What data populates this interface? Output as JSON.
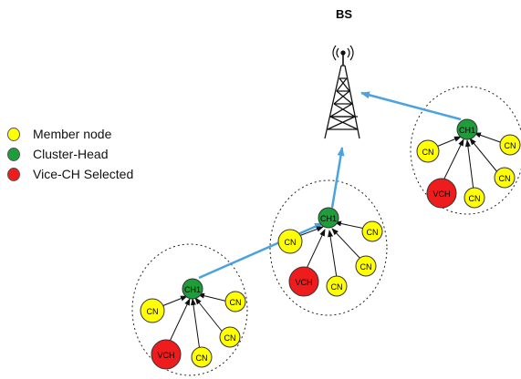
{
  "bs_label": "BS",
  "legend": [
    {
      "label": "Member node",
      "color": "#ffff00"
    },
    {
      "label": "Cluster-Head",
      "color": "#1e9e3a"
    },
    {
      "label": "Vice-CH Selected",
      "color": "#ee1c1c"
    }
  ],
  "colors": {
    "member": "#ffff00",
    "head": "#1e9e3a",
    "vice": "#ee1c1c",
    "link": "#4aa3df"
  },
  "node_text": {
    "member": "CN",
    "head": "CH1",
    "vice": "VCH"
  },
  "icons": [
    "radio-tower-icon"
  ]
}
